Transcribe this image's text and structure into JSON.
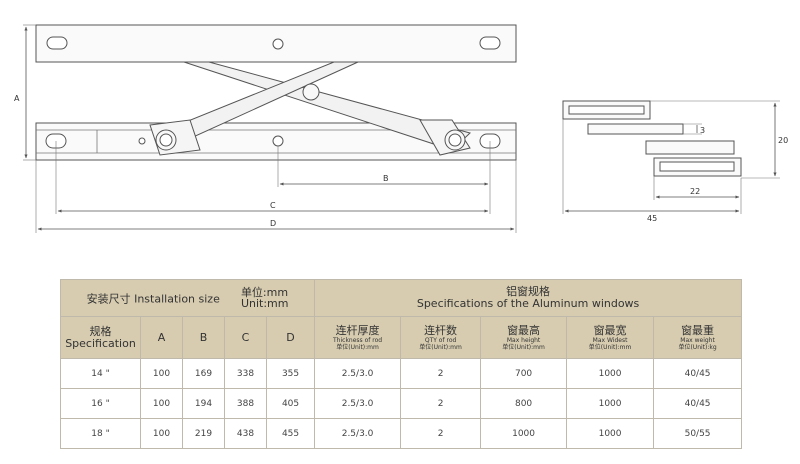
{
  "drawing": {
    "dimension_labels": {
      "A": "A",
      "B": "B",
      "C": "C",
      "D": "D",
      "section_height": "20",
      "section_thickness": "3",
      "section_inner_width": "22",
      "section_total_width": "45"
    }
  },
  "table": {
    "header": {
      "install_label": "安装尺寸 Installation size",
      "install_unit_cn": "单位:mm",
      "install_unit_en": "Unit:mm",
      "aluminum_cn": "铝窗规格",
      "aluminum_en": "Specifications of the Aluminum windows",
      "spec_cn": "规格",
      "spec_en": "Specification",
      "col_a": "A",
      "col_b": "B",
      "col_c": "C",
      "col_d": "D",
      "thickness_cn": "连杆厚度",
      "thickness_en": "Thickness of rod",
      "thickness_unit": "单位(Unit):mm",
      "qty_cn": "连杆数",
      "qty_en": "QTY of rod",
      "qty_unit": "单位(Unit):mm",
      "height_cn": "窗最高",
      "height_en": "Max height",
      "height_unit": "单位(Unit):mm",
      "width_cn": "窗最宽",
      "width_en": "Max Widest",
      "width_unit": "单位(Unit):mm",
      "weight_cn": "窗最重",
      "weight_en": "Max weight",
      "weight_unit": "单位(Unit):kg"
    },
    "rows": [
      {
        "spec": "14 \"",
        "a": "100",
        "b": "169",
        "c": "338",
        "d": "355",
        "thickness": "2.5/3.0",
        "qty": "2",
        "max_height": "700",
        "max_width": "1000",
        "max_weight": "40/45"
      },
      {
        "spec": "16 \"",
        "a": "100",
        "b": "194",
        "c": "388",
        "d": "405",
        "thickness": "2.5/3.0",
        "qty": "2",
        "max_height": "800",
        "max_width": "1000",
        "max_weight": "40/45"
      },
      {
        "spec": "18 \"",
        "a": "100",
        "b": "219",
        "c": "438",
        "d": "455",
        "thickness": "2.5/3.0",
        "qty": "2",
        "max_height": "1000",
        "max_width": "1000",
        "max_weight": "50/55"
      }
    ]
  }
}
